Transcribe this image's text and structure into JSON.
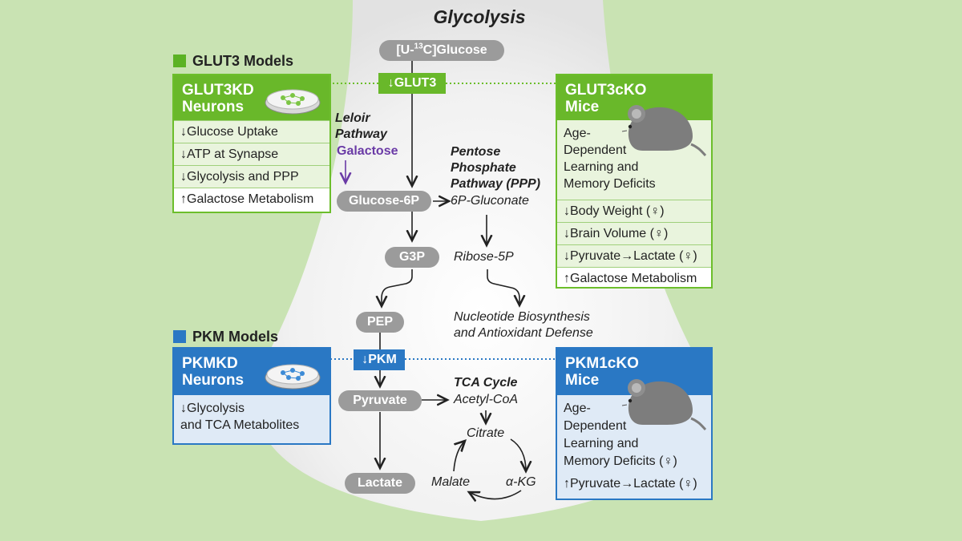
{
  "title": "Glycolysis",
  "nodes": {
    "glucose_main": "[U-",
    "glucose_sup": "13",
    "glucose_tail": "C]Glucose",
    "glut3_tag": "↓GLUT3",
    "glucose6p": "Glucose-6P",
    "g3p": "G3P",
    "pep": "PEP",
    "pkm_tag": "↓PKM",
    "pyruvate": "Pyruvate",
    "lactate": "Lactate"
  },
  "leloir": {
    "line1": "Leloir",
    "line2": "Pathway",
    "galactose": "Galactose"
  },
  "ppp": {
    "line1": "Pentose",
    "line2": "Phosphate",
    "line3": "Pathway (PPP)",
    "gluconate": "6P-Gluconate",
    "ribose": "Ribose-5P",
    "nucleotide1": "Nucleotide Biosynthesis",
    "nucleotide2": "and Antioxidant Defense"
  },
  "tca": {
    "title": "TCA Cycle",
    "acetyl": "Acetyl-CoA",
    "citrate": "Citrate",
    "akg": "α-KG",
    "malate": "Malate"
  },
  "glut3_section": {
    "label": "GLUT3 Models",
    "color": "#5bb224",
    "neurons": {
      "title1": "GLUT3KD",
      "title2": "Neurons",
      "rows": [
        "↓Glucose Uptake",
        "↓ATP at Synapse",
        "↓Glycolysis and PPP",
        "↑Galactose Metabolism"
      ]
    },
    "mice": {
      "title1": "GLUT3cKO",
      "title2": "Mice",
      "desc": [
        "Age-",
        "Dependent",
        "Learning and",
        "Memory Deficits"
      ],
      "rows": [
        "↓Body Weight (♀)",
        "↓Brain Volume (♀)",
        "↓Pyruvate→Lactate (♀)",
        "↑Galactose Metabolism"
      ]
    }
  },
  "pkm_section": {
    "label": "PKM Models",
    "color": "#2a78c4",
    "neurons": {
      "title1": "PKMKD",
      "title2": "Neurons",
      "desc": [
        "↓Glycolysis",
        "and TCA Metabolites"
      ]
    },
    "mice": {
      "title1": "PKM1cKO",
      "title2": "Mice",
      "desc": [
        "Age-",
        "Dependent",
        "Learning and",
        "Memory Deficits (♀)",
        "↑Pyruvate→Lactate (♀)"
      ]
    }
  },
  "icons": {
    "dish": "petri-dish-icon",
    "mouse": "mouse-icon"
  }
}
